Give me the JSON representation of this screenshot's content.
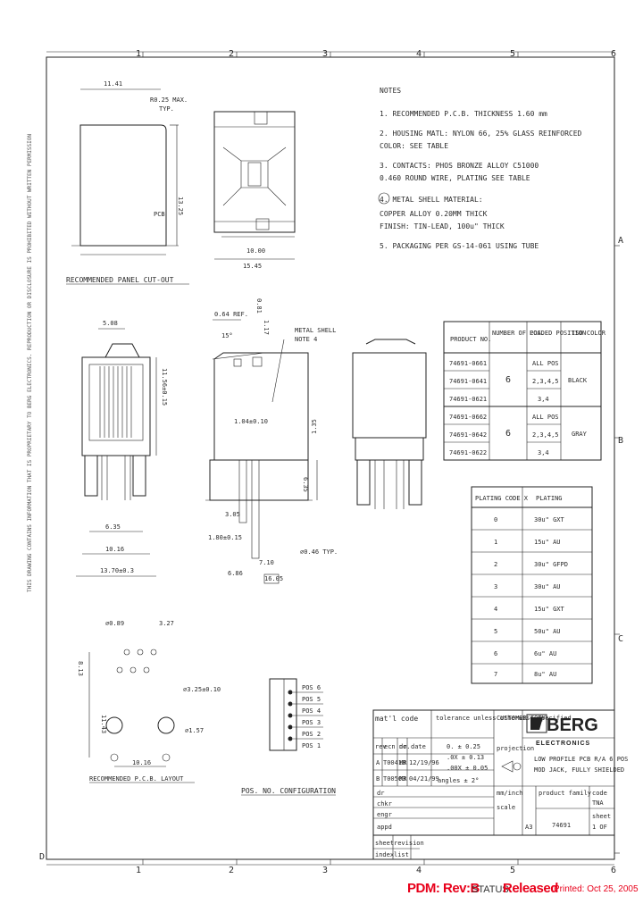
{
  "border": {
    "top_zones": [
      "1",
      "2",
      "3",
      "4",
      "5",
      "6"
    ],
    "bottom_zones": [
      "1",
      "2",
      "3",
      "4",
      "5",
      "6"
    ],
    "right_zones": [
      "A",
      "B",
      "C",
      "D"
    ]
  },
  "side_notice": "THIS DRAWING CONTAINS INFORMATION THAT IS PROPRIETARY TO BERG ELECTRONICS. REPRODUCTION OR DISCLOSURE IS PROHIBITED WITHOUT WRITTEN PERMISSION",
  "views": {
    "panel_cutout": {
      "title": "RECOMMENDED PANEL CUT-OUT",
      "dims": [
        "11.41",
        "R0.25 MAX.",
        "TYP.",
        "13.25",
        "PCB",
        "10.00",
        "15.45"
      ]
    },
    "front_view": {
      "dims": [
        "5.08",
        "0.64 REF.",
        "6.35",
        "10.16",
        "13.70±0.3",
        "11.56±0.15"
      ]
    },
    "side_view": {
      "dims": [
        "15°",
        "0.81",
        "1.17",
        "METAL SHELL",
        "NOTE 4",
        "1.04±0.10",
        "1.35",
        "6.35",
        "3.05",
        "1.80±0.15",
        "7.10",
        "16.05",
        "∅0.46 TYP.",
        "6.86"
      ]
    },
    "pcb_layout": {
      "title": "RECOMMENDED P.C.B. LAYOUT",
      "dims": [
        "∅0.89",
        "3.27",
        "∅3.25±0.10",
        "11.43",
        "∅1.57",
        "10.16",
        "8.13"
      ]
    },
    "pos_config": {
      "title": "POS. NO. CONFIGURATION",
      "labels": [
        "POS 1",
        "POS 2",
        "POS 3",
        "POS 4",
        "POS 5",
        "POS 6"
      ]
    }
  },
  "notes": {
    "heading": "NOTES",
    "items": [
      "1. RECOMMENDED P.C.B. THICKNESS 1.60 mm",
      "2. HOUSING MATL: NYLON 66, 25% GLASS REINFORCED",
      "   COLOR: SEE TABLE",
      "3. CONTACTS: PHOS BRONZE ALLOY C51000",
      "   0.460 ROUND WIRE, PLATING SEE TABLE",
      "4. METAL SHELL MATERIAL:",
      "   COPPER ALLOY 0.20MM THICK",
      "   FINISH: TIN-LEAD, 100u\" THICK",
      "5. PACKAGING PER GS-14-061 USING TUBE"
    ]
  },
  "product_table": {
    "headers": [
      "PRODUCT NO.",
      "NUMBER OF POS.",
      "LOADED POSITION",
      "ISO COLOR"
    ],
    "rows": [
      [
        "74691-0661",
        "6",
        "ALL POS",
        "BLACK"
      ],
      [
        "74691-0641",
        "",
        "2,3,4,5",
        ""
      ],
      [
        "74691-0621",
        "",
        "3,4",
        ""
      ],
      [
        "74691-0662",
        "6",
        "ALL POS",
        "GRAY"
      ],
      [
        "74691-0642",
        "",
        "2,3,4,5",
        ""
      ],
      [
        "74691-0622",
        "",
        "3,4",
        ""
      ]
    ]
  },
  "plating_table": {
    "headers": [
      "PLATING CODE X",
      "PLATING"
    ],
    "rows": [
      [
        "0",
        "30u\" GXT"
      ],
      [
        "1",
        "15u\" AU"
      ],
      [
        "2",
        "30u\" GFPD"
      ],
      [
        "3",
        "30u\" AU"
      ],
      [
        "4",
        "15u\" GXT"
      ],
      [
        "5",
        "50u\" AU"
      ],
      [
        "6",
        "6u\" AU"
      ],
      [
        "7",
        "8u\" AU"
      ]
    ]
  },
  "title_block": {
    "mat_code": "mat'l code",
    "tolerance": "tolerance unless otherwise specified",
    "customer_copy": "CUSTOMER COPY",
    "company": "BERG",
    "company_sub": "ELECTRONICS",
    "description_1": "LOW PROFILE PCB R/A 6 POS",
    "description_2": "MOD JACK, FULLY SHIELDED",
    "tol_rows": [
      "0. ± 0.25",
      ".0X ± 0.13",
      ".00X ± 0.05",
      "angles ± 2°"
    ],
    "rev_header": [
      "rev",
      "ecn no.",
      "dr",
      "date"
    ],
    "rev_rows": [
      [
        "A",
        "T00418",
        "MR",
        "12/19/96"
      ],
      [
        "B",
        "T00503",
        "MR",
        "04/21/99"
      ]
    ],
    "projection": "projection",
    "units": "mm/inch",
    "product_family": "product family",
    "code": "code",
    "code_val": "TNA",
    "size": "A3",
    "dwg_no": "74691",
    "sheet": "sheet",
    "sheet_val": "1 OF",
    "scale": "scale",
    "approvals": [
      "dr",
      "chkr",
      "engr",
      "appd"
    ],
    "release_row": [
      "sheet",
      "revision"
    ],
    "index_row": [
      "index",
      "list"
    ]
  },
  "footer": {
    "pdm": "PDM: Rev:B",
    "status_label": "STATUS:",
    "status_value": "Released",
    "printed": "Printed: Oct 25, 2005"
  }
}
